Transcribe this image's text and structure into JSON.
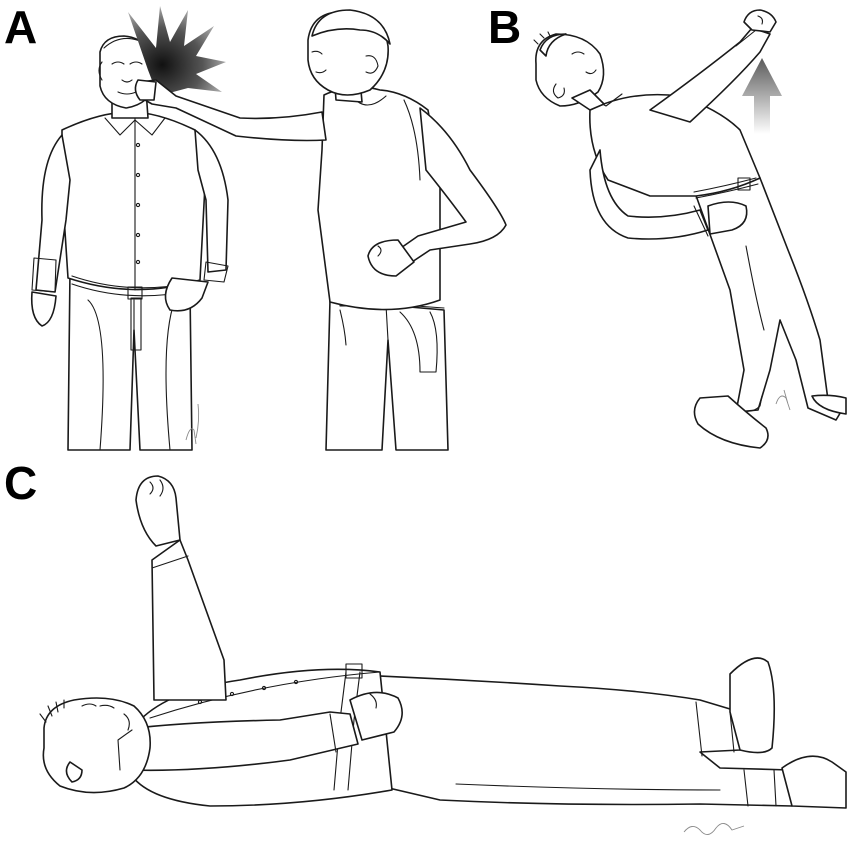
{
  "figure": {
    "panels": [
      {
        "id": "a",
        "label": "A"
      },
      {
        "id": "b",
        "label": "B"
      },
      {
        "id": "c",
        "label": "C"
      }
    ],
    "colors": {
      "line": "#1a1a1a",
      "impact_burst_dark": "#111111",
      "impact_burst_light": "#bdbdbd",
      "arrow_top": "#5a5a5a",
      "arrow_bottom": "#ffffff",
      "background": "#ffffff"
    },
    "icons": {
      "impact": "impact-burst-icon",
      "motion": "up-arrow-icon"
    }
  }
}
